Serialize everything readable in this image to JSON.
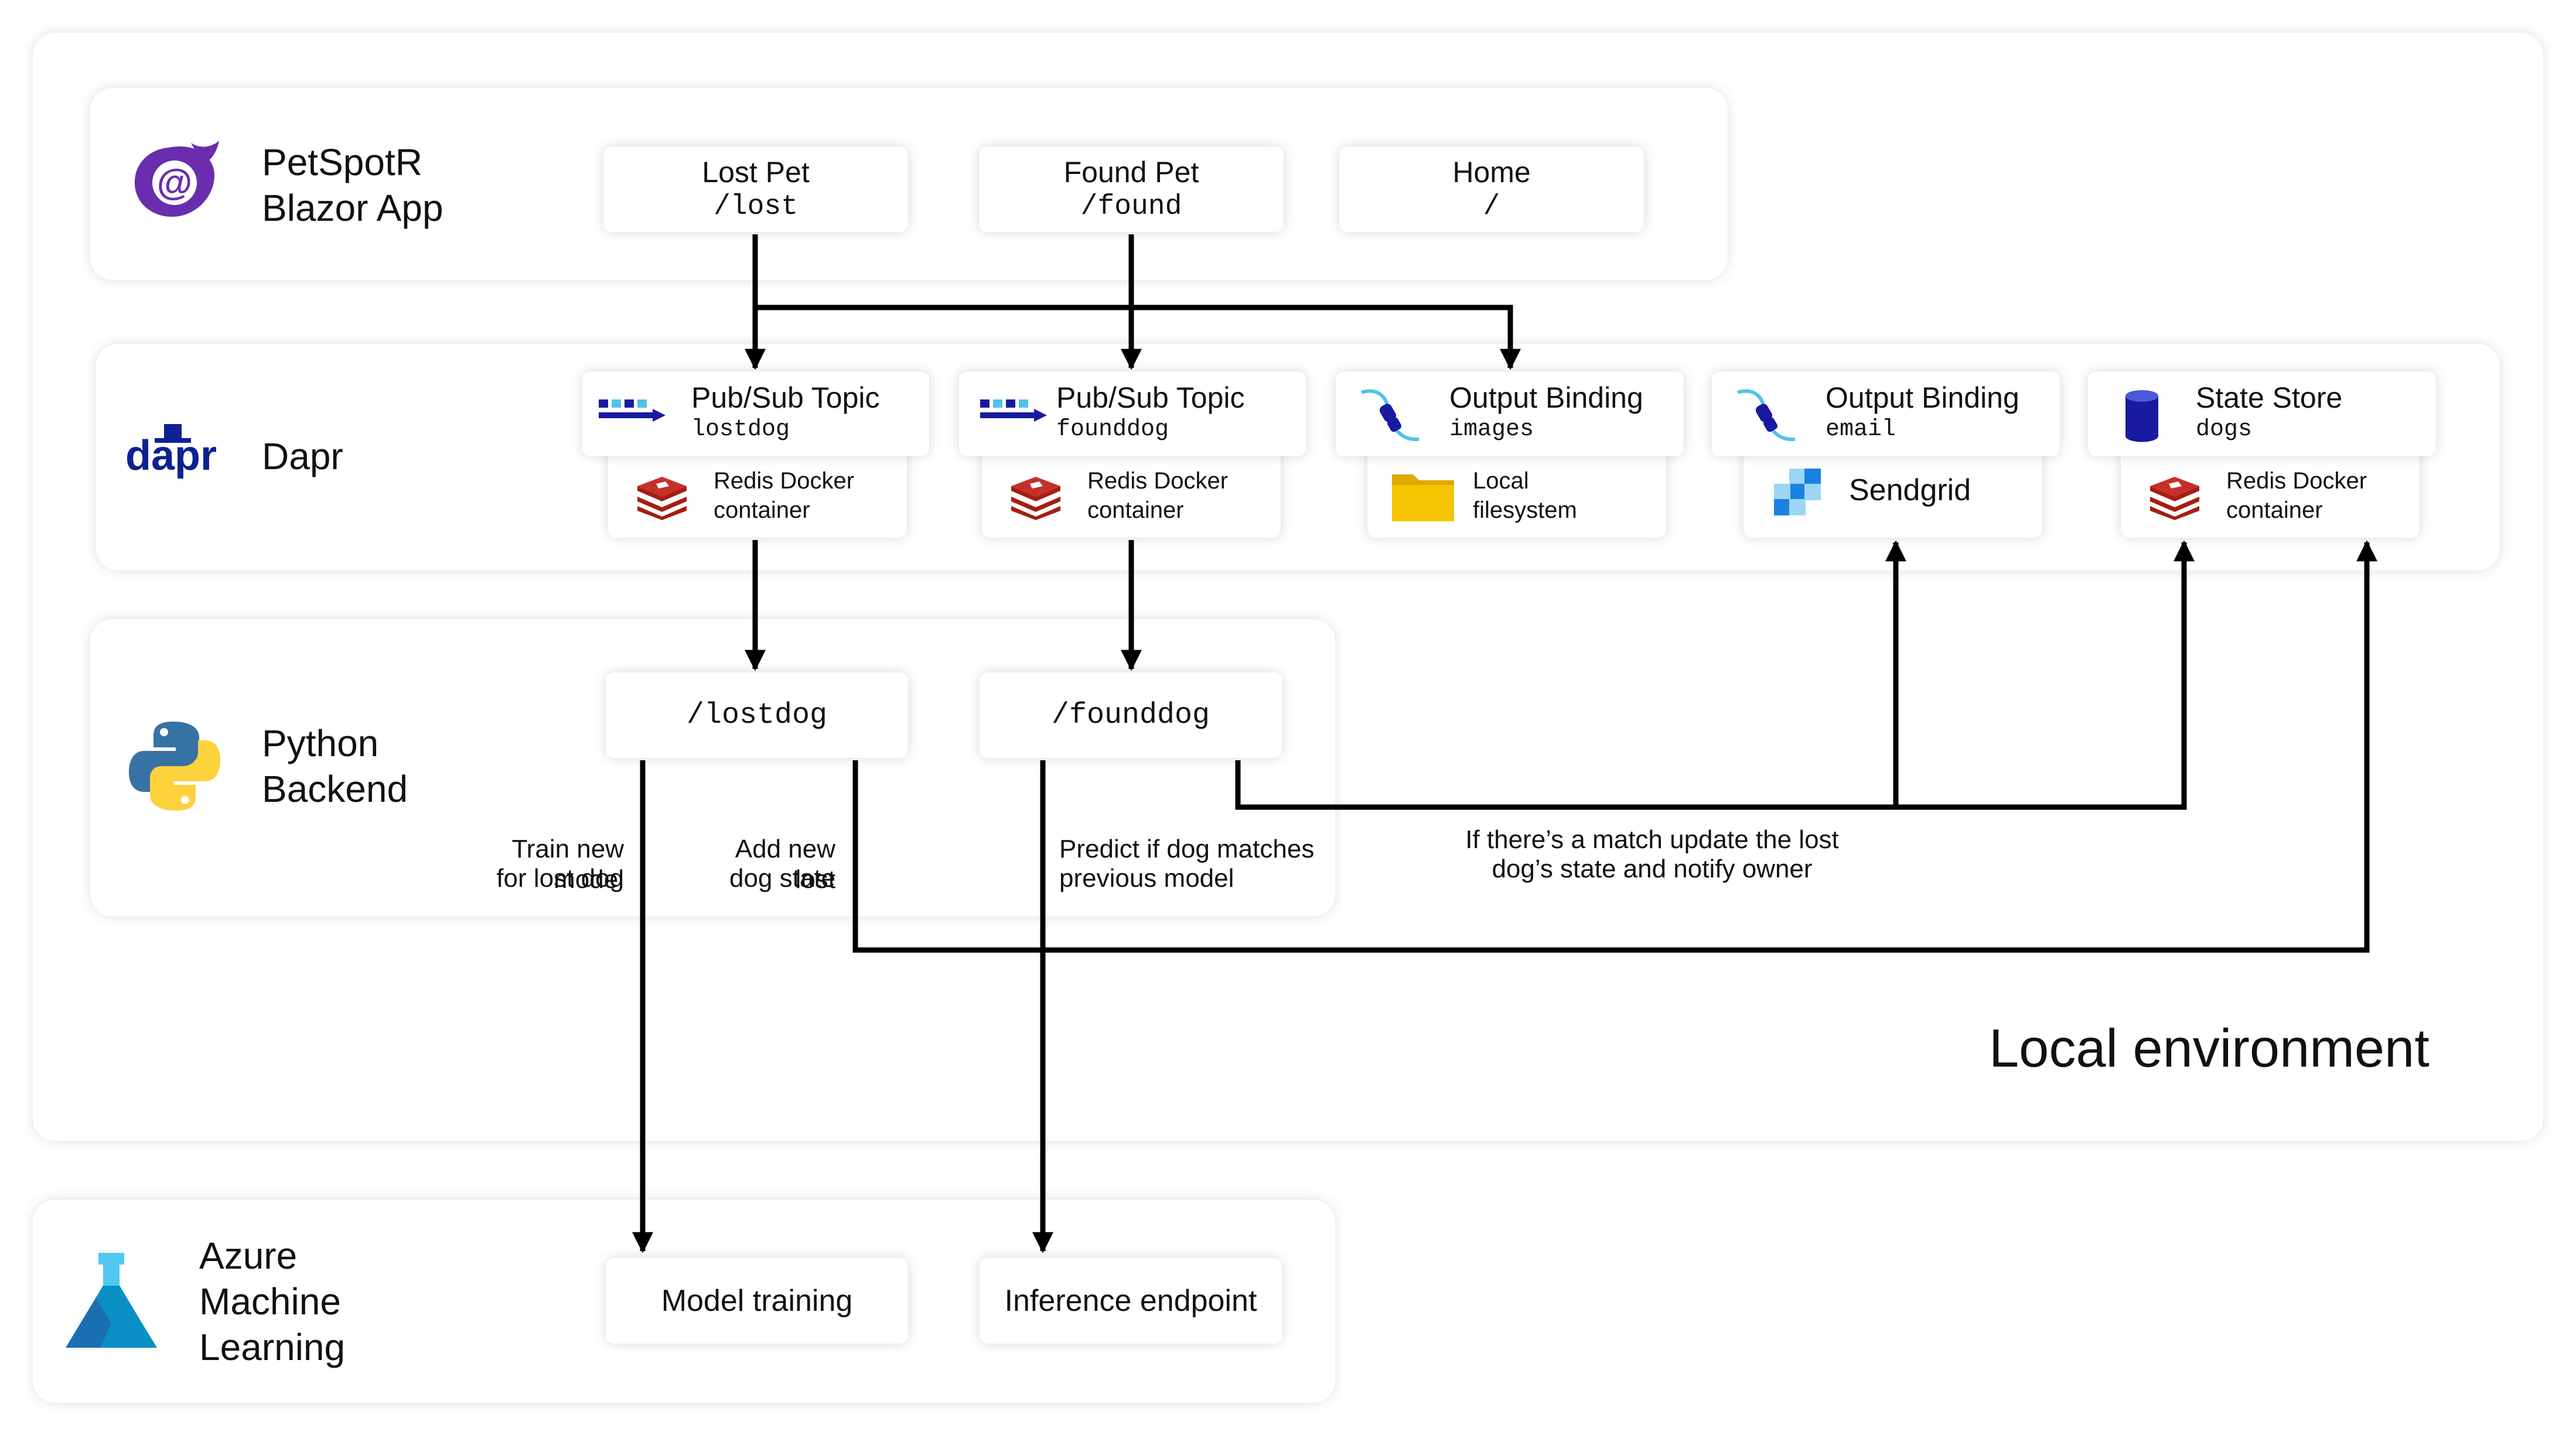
{
  "environment_label": "Local environment",
  "layers": {
    "blazor": {
      "title_line1": "PetSpotR",
      "title_line2": "Blazor App"
    },
    "dapr": {
      "title": "Dapr"
    },
    "python": {
      "title_line1": "Python",
      "title_line2": "Backend"
    },
    "azure": {
      "title_line1": "Azure",
      "title_line2": "Machine",
      "title_line3": "Learning"
    }
  },
  "pages": [
    {
      "name": "Lost Pet",
      "route": "/lost"
    },
    {
      "name": "Found Pet",
      "route": "/found"
    },
    {
      "name": "Home",
      "route": "/"
    }
  ],
  "components": [
    {
      "type": "Pub/Sub Topic",
      "name": "lostdog",
      "backing": "Redis Docker container",
      "backing_line1": "Redis Docker",
      "backing_line2": "container"
    },
    {
      "type": "Pub/Sub Topic",
      "name": "founddog",
      "backing": "Redis Docker container",
      "backing_line1": "Redis Docker",
      "backing_line2": "container"
    },
    {
      "type": "Output Binding",
      "name": "images",
      "backing_line1": "Local",
      "backing_line2": "filesystem"
    },
    {
      "type": "Output Binding",
      "name": "email",
      "backing_line1": "Sendgrid"
    },
    {
      "type": "State Store",
      "name": "dogs",
      "backing_line1": "Redis Docker",
      "backing_line2": "container"
    }
  ],
  "endpoints": [
    "/lostdog",
    "/founddog"
  ],
  "flow_labels": {
    "train_line1": "Train new model",
    "train_line2": "for lost dog",
    "add_line1": "Add new lost",
    "add_line2": "dog state",
    "predict_line1": "Predict if dog matches",
    "predict_line2": "previous model",
    "match_line1": "If there’s a match update the lost",
    "match_line2": "dog’s state and notify owner"
  },
  "azure_services": [
    "Model training",
    "Inference endpoint"
  ],
  "colors": {
    "redis": "#c6302b",
    "folder": "#f6c400",
    "dapr": "#0d2192",
    "state_store": "#1a1aa0",
    "sendgrid": "#1a82e2",
    "azure_ml": "#0a8fc4",
    "blazor": "#6a2dad",
    "arrow": "#000000"
  },
  "icons": [
    "blazor-icon",
    "dapr-logo-icon",
    "python-icon",
    "azure-ml-icon",
    "pubsub-icon",
    "binding-icon",
    "state-store-icon",
    "redis-icon",
    "folder-icon",
    "sendgrid-icon"
  ]
}
